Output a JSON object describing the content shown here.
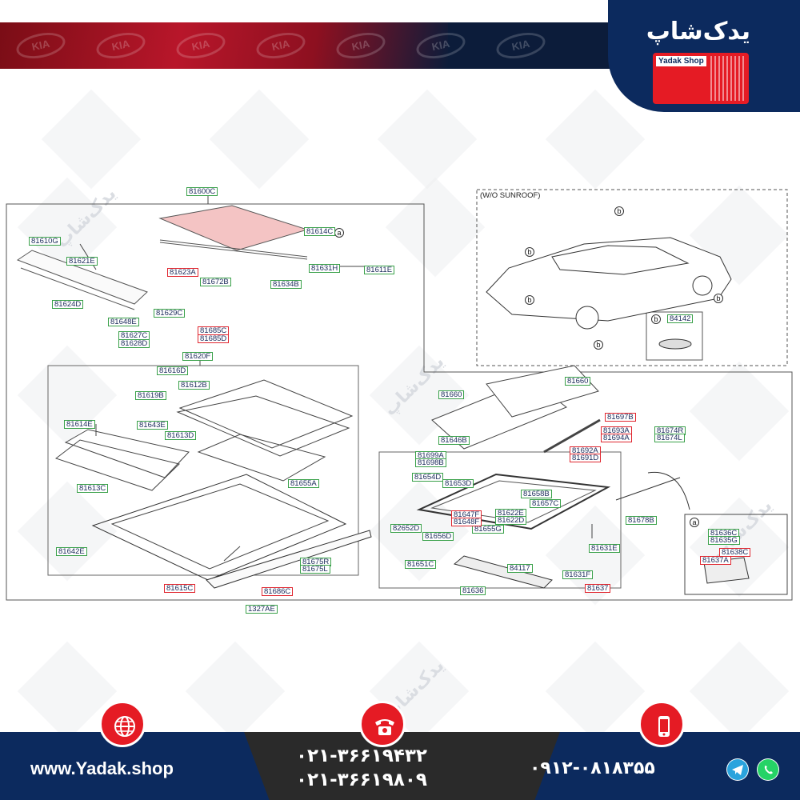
{
  "header": {
    "logo_fa": "یدک‌شاپ",
    "logo_en": "Yadak Shop"
  },
  "watermark_text": "یدک‌شاپ",
  "diagram": {
    "wo_sunroof_title": "(W/O SUNROOF)",
    "callout_a": "a",
    "callout_b": "b",
    "parts_green": [
      "81600C",
      "81610G",
      "81621E",
      "81614C",
      "81631H",
      "81611E",
      "81624D",
      "81672B",
      "81634B",
      "81648E",
      "81629C",
      "81627C",
      "81628D",
      "81620F",
      "81616D",
      "81612B",
      "81619B",
      "81614E",
      "81643E",
      "81613D",
      "81613C",
      "81655A",
      "81642E",
      "81675R",
      "81675L",
      "1327AE",
      "81660",
      "81646B",
      "81674R",
      "81674L",
      "81699A",
      "81698B",
      "81654D",
      "81653D",
      "81658B",
      "81657C",
      "81622E",
      "81622D",
      "82652D",
      "81655G",
      "81656D",
      "81678B",
      "81651C",
      "84117",
      "81631E",
      "81631F",
      "81636",
      "81636C",
      "81635G",
      "84142"
    ],
    "parts_red": [
      "81623A",
      "81685C",
      "81685D",
      "81615C",
      "81686C",
      "81697B",
      "81693A",
      "81694A",
      "81692A",
      "81691D",
      "81647F",
      "81648F",
      "81637",
      "81638C",
      "81637A"
    ]
  },
  "footer": {
    "website": "www.Yadak.shop",
    "phone_1": "۰۲۱-۳۶۶۱۹۴۳۲",
    "phone_2": "۰۲۱-۳۶۶۱۹۸۰۹",
    "mobile": "۰۹۱۲-۰۸۱۸۳۵۵"
  },
  "colors": {
    "navy": "#0c2a5e",
    "red": "#e51b24",
    "label_green": "#3aa14a",
    "label_red": "#e0262f",
    "roof_glass": "#f4c4c4"
  }
}
